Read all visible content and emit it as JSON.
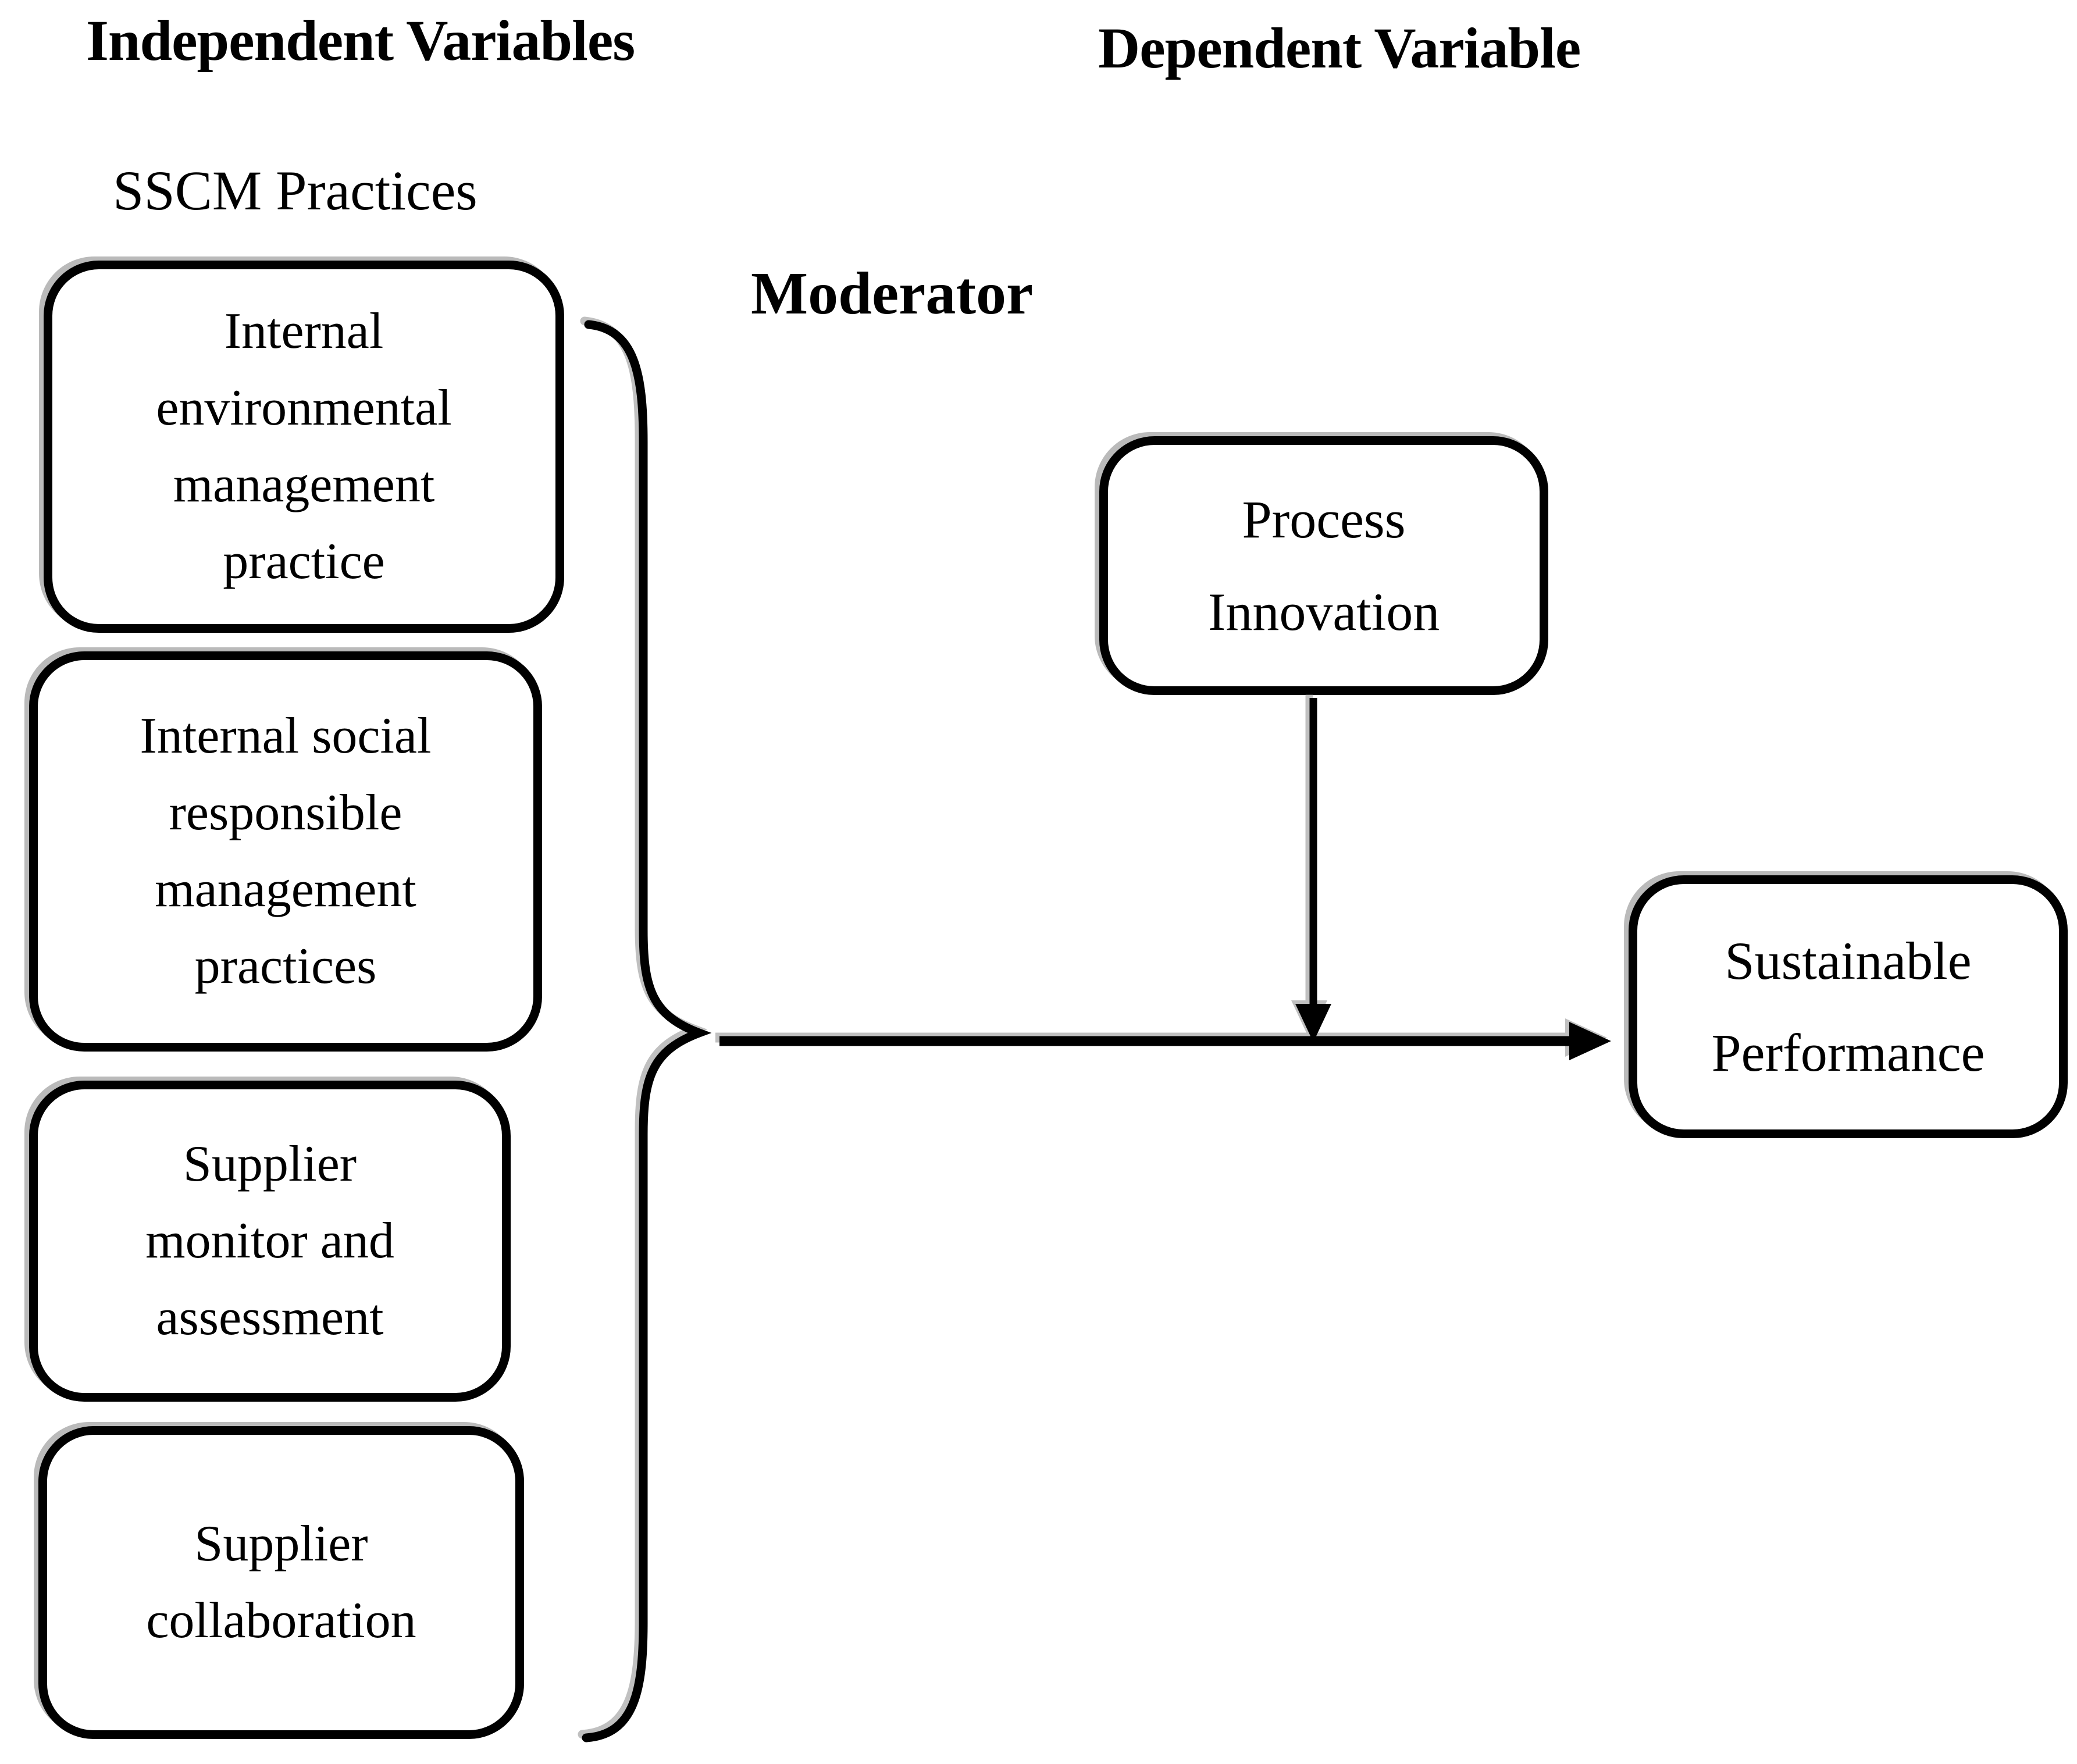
{
  "diagram": {
    "headings": {
      "independent_variables": "Independent Variables",
      "dependent_variable": "Dependent Variable"
    },
    "labels": {
      "sscm_practices": "SSCM Practices",
      "moderator": "Moderator"
    },
    "independent_boxes": [
      {
        "label": "Internal\nenvironmental\nmanagement\npractice"
      },
      {
        "label": "Internal social\nresponsible\nmanagement\npractices"
      },
      {
        "label": "Supplier\nmonitor and\nassessment"
      },
      {
        "label": "Supplier\ncollaboration"
      }
    ],
    "moderator_box": {
      "label": "Process\nInnovation"
    },
    "dependent_box": {
      "label": "Sustainable\nPerformance"
    },
    "connectors": {
      "brace": "curly-brace-grouping-independent-boxes",
      "main_arrow": "brace-to-sustainable-performance",
      "moderator_arrow": "process-innovation-to-main-arrow"
    },
    "colors": {
      "ink": "#000000",
      "background": "#ffffff",
      "shadow": "#828282"
    }
  }
}
